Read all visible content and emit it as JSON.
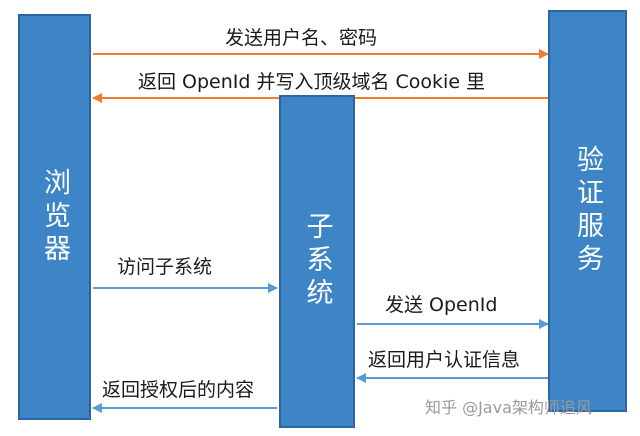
{
  "participants": {
    "browser": "浏览器",
    "subsystem": "子系统",
    "auth_service": "验证服务"
  },
  "messages": {
    "send_credentials": "发送用户名、密码",
    "return_openid_cookie": "返回 OpenId 并写入顶级域名 Cookie 里",
    "visit_subsystem": "访问子系统",
    "send_openid": "发送 OpenId",
    "return_user_auth": "返回用户认证信息",
    "return_authorized_content": "返回授权后的内容"
  },
  "watermark": "知乎 @Java架构师追风",
  "colors": {
    "column_fill": "#3e85c8",
    "column_border": "#2a66a2",
    "arrow_orange": "#ed7d31",
    "arrow_blue": "#5b9bd5"
  }
}
